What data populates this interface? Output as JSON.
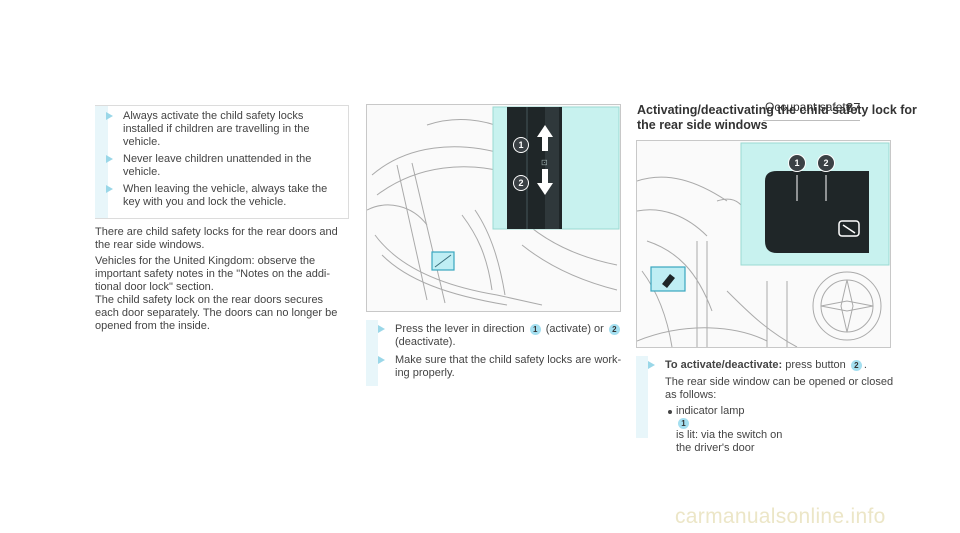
{
  "header": {
    "section": "Occupant safety",
    "page_number": "87"
  },
  "warnings": [
    {
      "lines": [
        "Always activate the child safety locks",
        "installed if children are travelling in the",
        "vehicle."
      ]
    },
    {
      "lines": [
        "Never leave children unattended in the",
        "vehicle."
      ]
    },
    {
      "lines": [
        "When leaving the vehicle, always take the",
        "key with you and lock the vehicle."
      ]
    }
  ],
  "intro": {
    "p1": [
      "There are child safety locks for the rear doors and",
      "the rear side windows."
    ],
    "p2": [
      "Vehicles for the United Kingdom: observe the",
      "important safety notes in the \"Notes on the addi-",
      "tional door lock\" section.",
      "The child safety lock on the rear doors secures",
      "each door separately. The doors can no longer be",
      "opened from the inside."
    ]
  },
  "door_figure": {
    "callout_1": "1",
    "callout_2": "2"
  },
  "door_steps": {
    "step1_a": "Press the lever in direction",
    "step1_b": "(activate) or",
    "step1_c": "(deactivate).",
    "step2": [
      "Make sure that the child safety locks are work-",
      "ing properly."
    ]
  },
  "window_section": {
    "title": [
      "Activating/deactivating the child safety lock for",
      "the rear side windows"
    ],
    "step_label": "To activate/deactivate:",
    "step_text": "press button",
    "body_lines": [
      "The rear side window can be opened or closed",
      "as follows:"
    ],
    "bullet_a": "indicator lamp",
    "bullet_b": "is lit: via the switch on",
    "bullet_c": "the driver's door"
  },
  "callouts": {
    "one": "1",
    "two": "2"
  },
  "watermark": "carmanualsonline.info"
}
